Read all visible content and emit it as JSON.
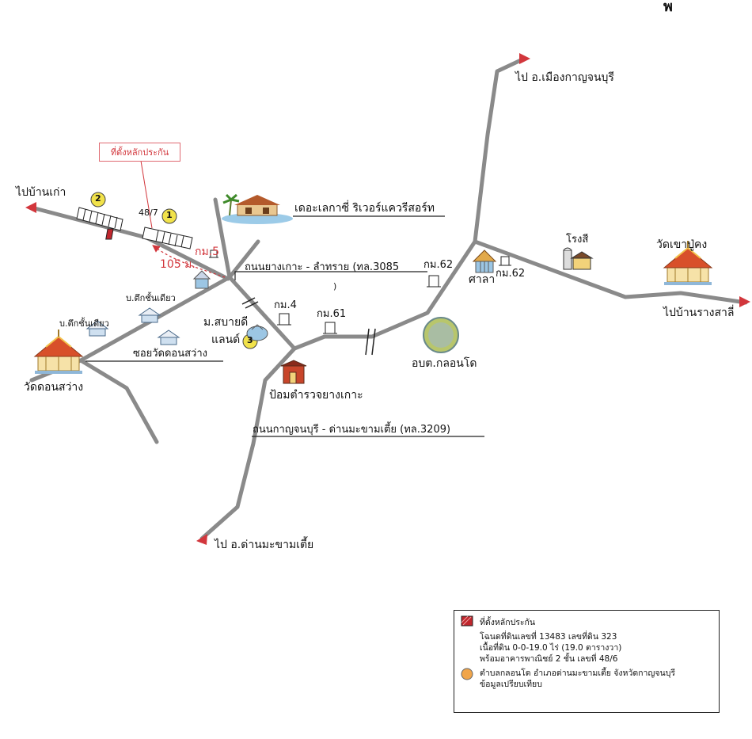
{
  "north_marker": "พ",
  "pin_label": "ที่ตั้งหลักประกัน",
  "places": {
    "to_ban_kao": "ไปบ้านเก่า",
    "to_mueang": "ไป อ.เมืองกาญจนบุรี",
    "to_ban_rang_sali": "ไปบ้านรางสาลี่",
    "to_dan_makham_tia": "ไป อ.ด่านมะขามเตี้ย",
    "resort": "เดอะเลกาซี่ ริเวอร์แควรีสอร์ท",
    "road_yang_ko": "ถนนยางเกาะ - ลำทราย (ทล.3085",
    "road_yang_ko_close": ")",
    "road_kanchanaburi": "ถนนกาญจนบุรี - ด่านมะขามเตี้ย (ทล.3209)",
    "soi_wat": "ซอยวัดดอนสว่าง",
    "wat_don_sawang": "วัดดอนสว่าง",
    "wat_khao_pu_khong": "วัดเขาปู่คง",
    "rong_si": "โรงสี",
    "sala": "ศาลา",
    "obt": "อบต.กลอนโด",
    "police": "ป้อมตำรวจยางเกาะ",
    "moo_sabai": "ม.สบายดี",
    "land": "แลนด์",
    "house1": "บ.ตึกชั้นเดียว",
    "house2": "บ.ตึกชั้นเดียว",
    "km5": "กม.5",
    "km4": "กม.4",
    "km61": "กม.61",
    "km62a": "กม.62",
    "km62b": "กม.62",
    "dist_105": "105 ม.",
    "plot_no": "48/7",
    "marker1": "1",
    "marker2": "2",
    "marker3": "3"
  },
  "legend": {
    "collateral_title": "ที่ตั้งหลักประกัน",
    "line1": "โฉนดที่ดินเลขที่  13483 เลขที่ดิน 323",
    "line2": "เนื้อที่ดิน 0-0-19.0 ไร่ (19.0 ตารางวา)",
    "line3": "พร้อมอาคารพาณิชย์ 2 ชั้น เลขที่ 48/6",
    "circle_line1": "ตำบลกลอนโด อำเภอด่านมะขามเตี้ย จังหวัดกาญจนบุรี",
    "circle_line2": "ข้อมูลเปรียบเทียบ"
  },
  "colors": {
    "road": "#8a8a8a",
    "arrow": "#d2363c",
    "marker": "#f1e24a",
    "legend_circle": "#f0a54a",
    "collateral": "#c0262d"
  }
}
